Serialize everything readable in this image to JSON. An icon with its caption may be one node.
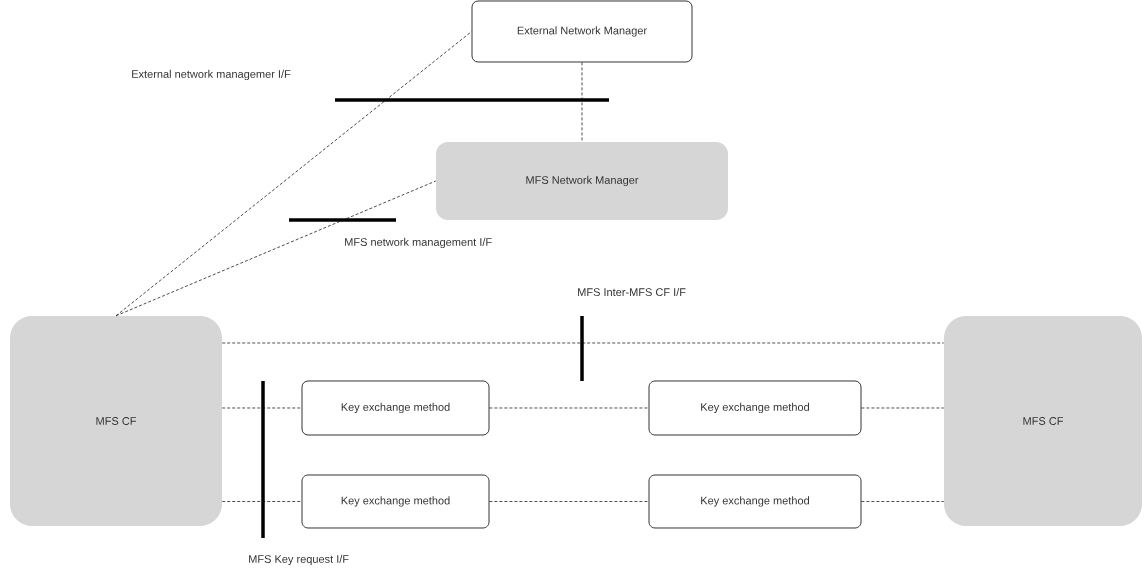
{
  "diagram": {
    "nodes": [
      {
        "text": [
          "External Network Manager"
        ]
      },
      {
        "text": [
          "MFS Network Manager"
        ]
      },
      {
        "text": [
          "MFS CF"
        ]
      },
      {
        "text": [
          "MFS CF"
        ]
      },
      {
        "text": [
          "Key exchange method"
        ]
      },
      {
        "text": [
          "Key exchange method"
        ]
      },
      {
        "text": [
          "Key exchange method"
        ]
      },
      {
        "text": [
          "Key exchange method"
        ]
      }
    ],
    "edges": [
      {
        "from": 2,
        "to": 0,
        "arrow": "none",
        "style": "dashed"
      },
      {
        "from": 2,
        "to": 1,
        "arrow": "none",
        "style": "dashed"
      },
      {
        "from": 0,
        "to": 1,
        "arrow": "none",
        "style": "dashed"
      },
      {
        "from": 2,
        "to": 3,
        "arrow": "none",
        "style": "dashed"
      },
      {
        "from": 2,
        "to": 4,
        "arrow": "none",
        "style": "dashed"
      },
      {
        "from": 4,
        "to": 5,
        "arrow": "none",
        "style": "dashed"
      },
      {
        "from": 5,
        "to": 3,
        "arrow": "none",
        "style": "dashed"
      },
      {
        "from": 2,
        "to": 6,
        "arrow": "none",
        "style": "dashed"
      },
      {
        "from": 6,
        "to": 7,
        "arrow": "none",
        "style": "dashed"
      },
      {
        "from": 7,
        "to": 3,
        "arrow": "none",
        "style": "dashed"
      }
    ],
    "labels": [
      "External network managemer  I/F",
      "MFS network management  I/F",
      "MFS Inter-MFS CF I/F",
      "MFS Key request I/F"
    ]
  }
}
